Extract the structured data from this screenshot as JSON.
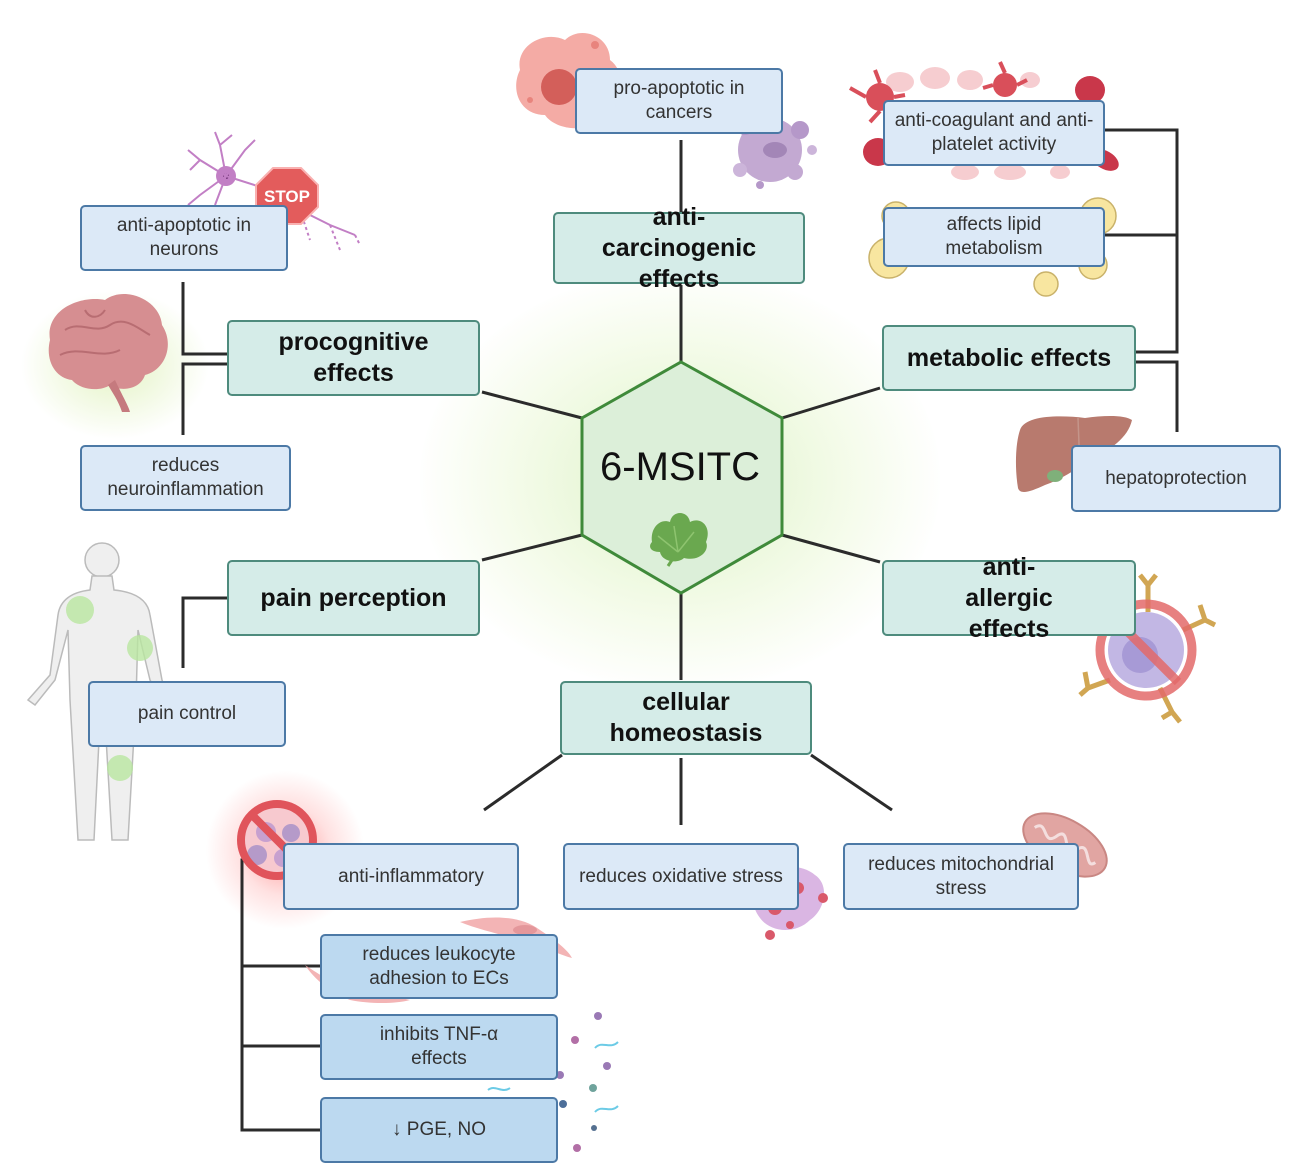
{
  "center": {
    "label": "6-MSITC"
  },
  "categories": {
    "anti_carcinogenic": "anti-carcinogenic effects",
    "procognitive": "procognitive effects",
    "metabolic": "metabolic effects",
    "pain": "pain perception",
    "anti_allergic": "anti-allergic effects",
    "cellular": "cellular homeostasis"
  },
  "effects": {
    "pro_apoptotic": "pro-apoptotic in cancers",
    "anti_apoptotic": "anti-apoptotic in neurons",
    "neuroinflammation": "reduces neuroinflammation",
    "anticoagulant": "anti-coagulant and anti-platelet activity",
    "lipid": "affects lipid metabolism",
    "hepato": "hepatoprotection",
    "pain_control": "pain control",
    "anti_inflammatory": "anti-inflammatory",
    "oxidative": "reduces oxidative stress",
    "mitochondrial": "reduces mitochondrial stress",
    "leukocyte": "reduces leukocyte adhesion to ECs",
    "tnf": "inhibits TNF-α effects",
    "pge": "↓ PGE, NO"
  },
  "icons": {
    "stop_sign": "STOP"
  },
  "colors": {
    "category_fill": "#d5ece8",
    "category_border": "#4e8b7d",
    "effect_fill": "#dce9f7",
    "effect_border": "#4c79a6",
    "hexagon_fill": "#dff0dc",
    "hexagon_border": "#3f8a3a"
  }
}
